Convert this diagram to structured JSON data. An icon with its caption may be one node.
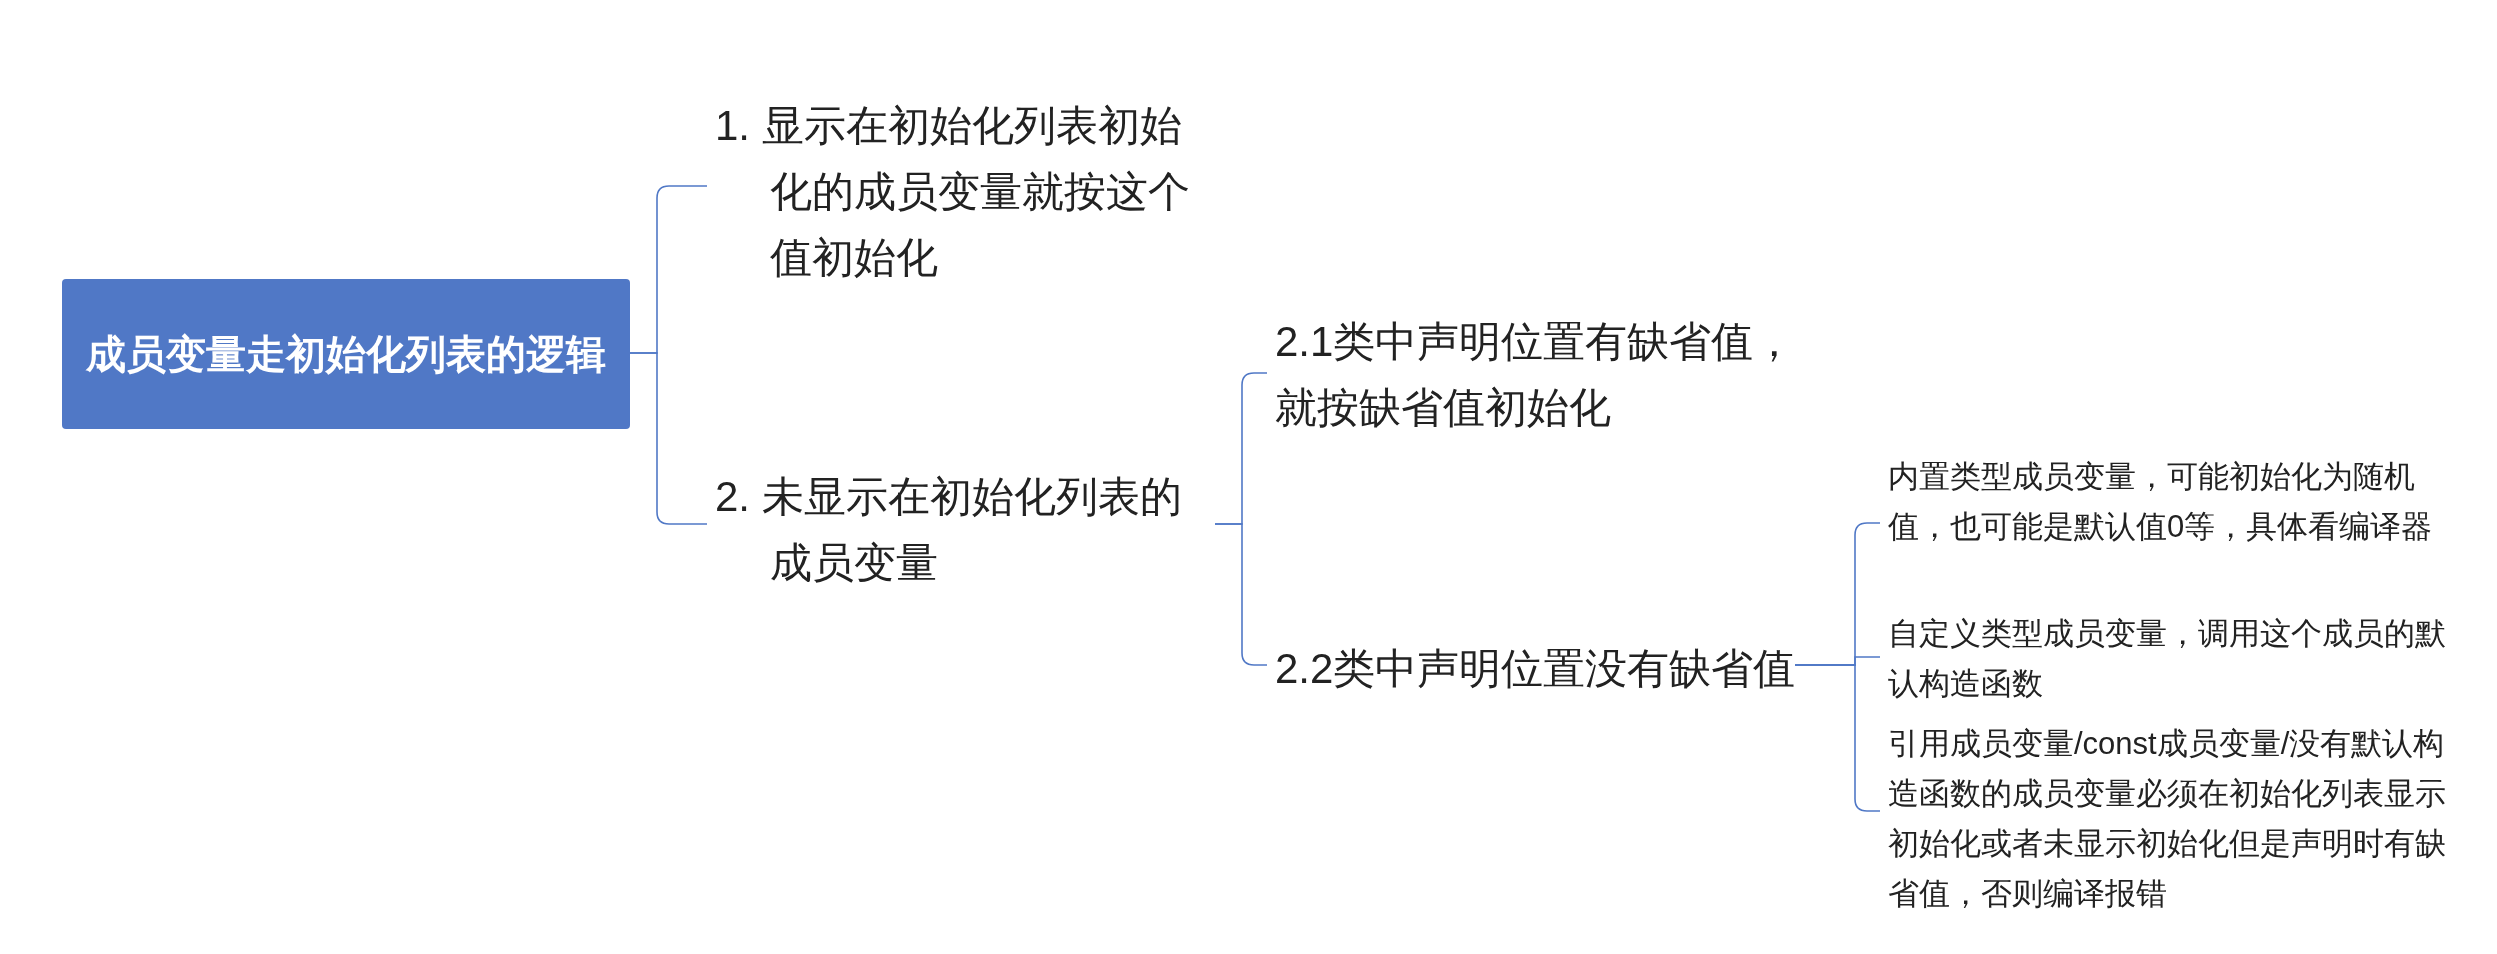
{
  "diagram": {
    "nodes": [
      {
        "text": [
          "成员变量走初始化列表的逻辑"
        ]
      },
      {
        "text": [
          "1. 显示在初始化列表初始化的成员变量就按这个值初始化"
        ]
      },
      {
        "text": [
          "2. 未显示在初始化列表的成员变量"
        ]
      },
      {
        "text": [
          "2.1类中声明位置有缺省值，就按缺省值初始化"
        ]
      },
      {
        "text": [
          "2.2类中声明位置没有缺省值"
        ]
      },
      {
        "text": [
          "内置类型成员变量，可能初始化为随机值，也可能是默认值0等，具体看编译器"
        ]
      },
      {
        "text": [
          "自定义类型成员变量，调用这个成员的默认构造函数"
        ]
      },
      {
        "text": [
          "引用成员变量/const成员变量/没有默认构造函数的成员变量必须在初始化列表显示初始化或者未显示初始化但是声明时有缺省值，否则编译报错"
        ]
      }
    ],
    "edges": [
      {
        "from": 0,
        "to": 1,
        "arrow": "none"
      },
      {
        "from": 0,
        "to": 2,
        "arrow": "none"
      },
      {
        "from": 2,
        "to": 3,
        "arrow": "none"
      },
      {
        "from": 2,
        "to": 4,
        "arrow": "none"
      },
      {
        "from": 4,
        "to": 5,
        "arrow": "none"
      },
      {
        "from": 4,
        "to": 6,
        "arrow": "none"
      },
      {
        "from": 4,
        "to": 7,
        "arrow": "none"
      }
    ]
  }
}
